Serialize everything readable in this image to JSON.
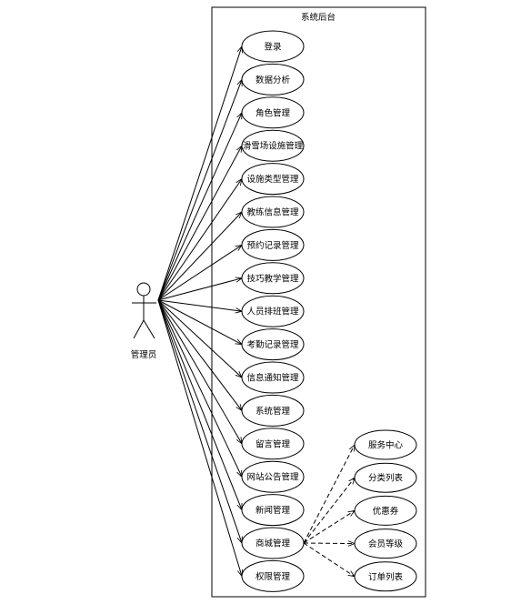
{
  "system": {
    "title": "系统后台"
  },
  "actor": {
    "label": "管理员"
  },
  "use_cases": [
    "登录",
    "数据分析",
    "角色管理",
    "滑雪场设施管理",
    "设施类型管理",
    "教练信息管理",
    "预约记录管理",
    "技巧教学管理",
    "人员排班管理",
    "考勤记录管理",
    "信息通知管理",
    "系统管理",
    "留言管理",
    "网站公告管理",
    "新闻管理",
    "商城管理",
    "权限管理"
  ],
  "sub_use_cases": {
    "parent": "商城管理",
    "items": [
      "服务中心",
      "分类列表",
      "优惠券",
      "会员等级",
      "订单列表"
    ]
  }
}
